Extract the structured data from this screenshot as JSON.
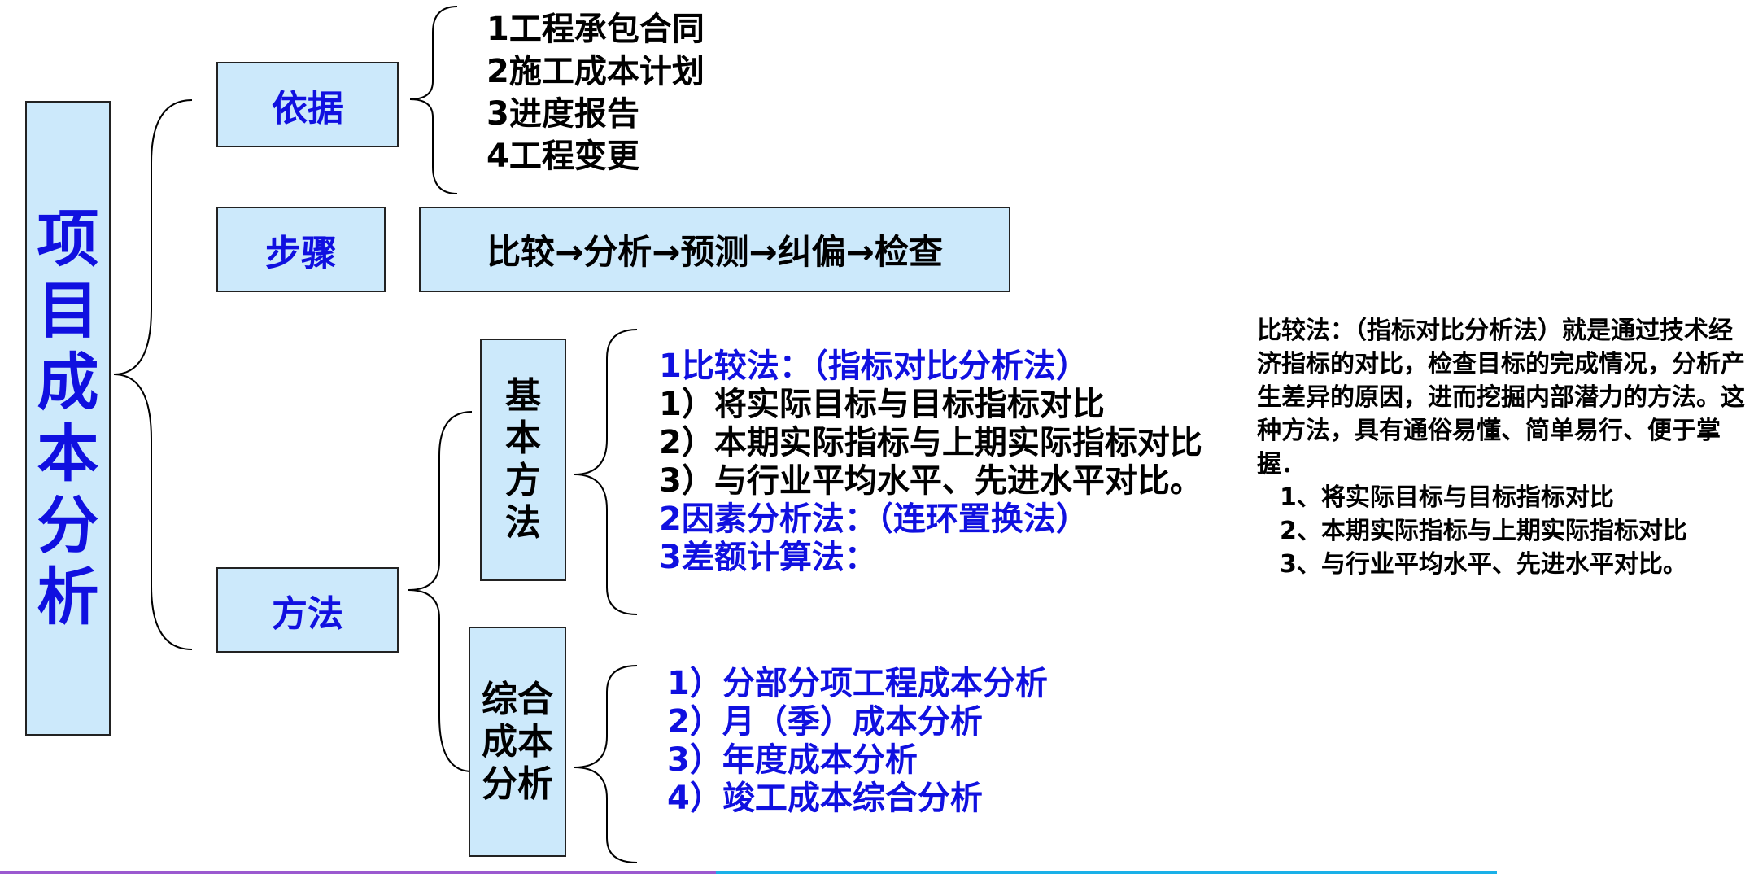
{
  "root": {
    "chars": [
      "项",
      "目",
      "成",
      "本",
      "分",
      "析"
    ]
  },
  "yiju": {
    "label": "依据",
    "items": [
      "1工程承包合同",
      "2施工成本计划",
      "3进度报告",
      "4工程变更"
    ]
  },
  "buzhou": {
    "label": "步骤",
    "flow": "比较→分析→预测→纠偏→检查"
  },
  "fangfa": {
    "label": "方法",
    "jiben": {
      "chars": [
        "基",
        "本",
        "方",
        "法"
      ],
      "lines": [
        {
          "text": "1比较法：（指标对比分析法）",
          "color": "blue"
        },
        {
          "text": "1）将实际目标与目标指标对比",
          "color": "black"
        },
        {
          "text": "2）本期实际指标与上期实际指标对比",
          "color": "black"
        },
        {
          "text": "3）与行业平均水平、先进水平对比。",
          "color": "black"
        },
        {
          "text": "2因素分析法：（连环置换法）",
          "color": "blue"
        },
        {
          "text": "3差额计算法：",
          "color": "blue"
        }
      ]
    },
    "zonghe": {
      "chars": [
        "综合",
        "成本",
        "分析"
      ],
      "lines": [
        "1）分部分项工程成本分析",
        "2）月（季）成本分析",
        "3）年度成本分析",
        "4）竣工成本综合分析"
      ]
    }
  },
  "note": {
    "paragraph": "比较法：（指标对比分析法）就是通过技术经济指标的对比，检查目标的完成情况，分析产生差异的原因，进而挖掘内部潜力的方法。这种方法，具有通俗易懂、简单易行、便于掌握．",
    "items": [
      "1、将实际目标与目标指标对比",
      "2、本期实际指标与上期实际指标对比",
      "3、与行业平均水平、先进水平对比。"
    ]
  },
  "colors": {
    "box_fill": "#cce9fb",
    "blue_text": "#1010e0",
    "bar_left": "#9b59d0",
    "bar_right": "#1ab0e8"
  }
}
